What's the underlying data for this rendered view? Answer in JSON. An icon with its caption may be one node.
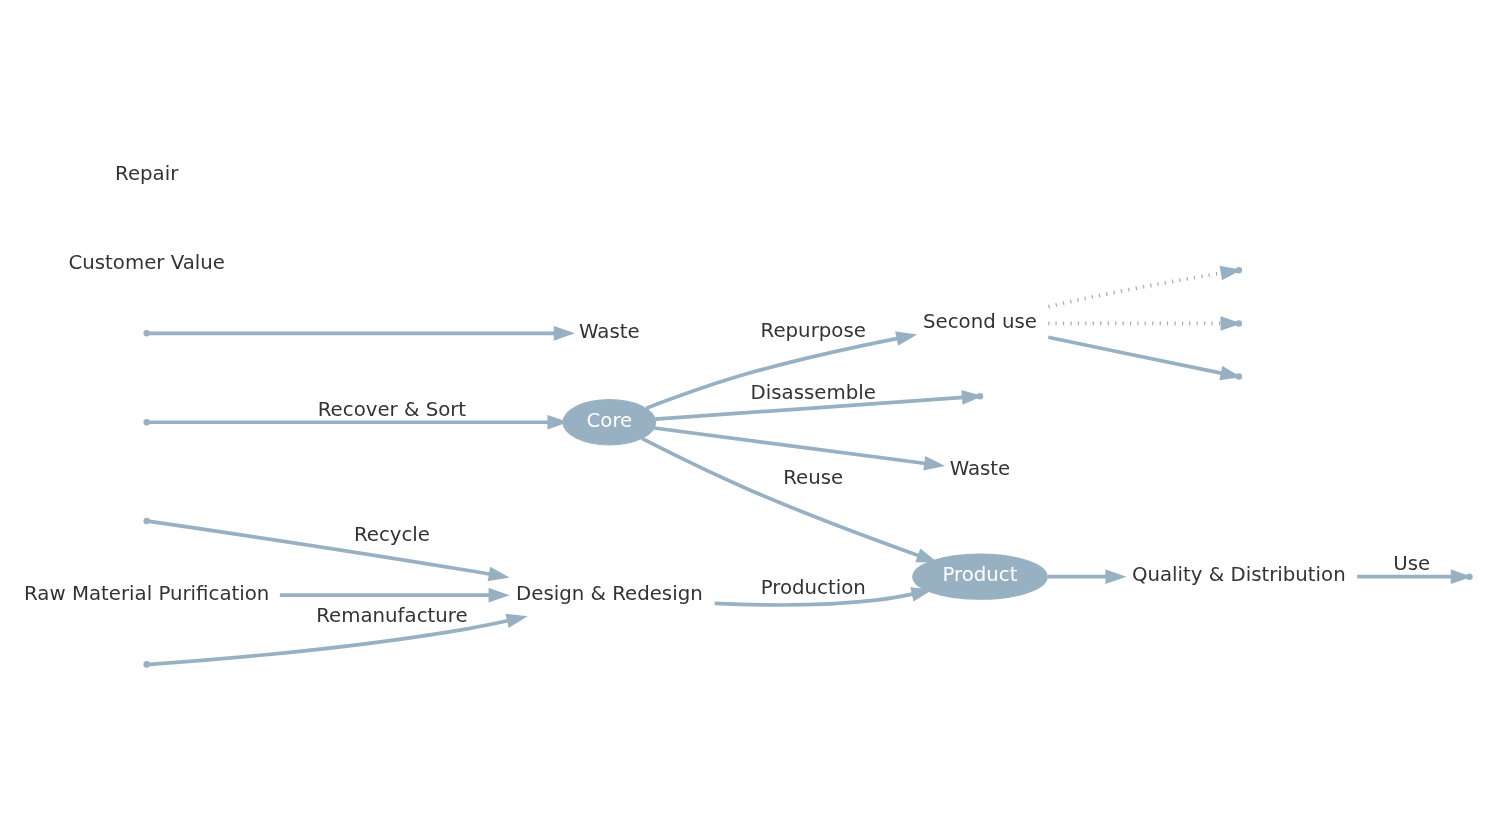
{
  "diagram": {
    "nodes": [
      {
        "text": [
          "Product"
        ]
      },
      {
        "text": [
          "Core"
        ]
      },
      {
        "text": [
          "Design & Redesign"
        ]
      },
      {
        "text": [
          "Raw Material Purification"
        ]
      },
      {
        "text": [
          "Quality & Distribution"
        ]
      },
      {
        "text": [
          "Waste"
        ]
      },
      {
        "text": [
          "Second use"
        ]
      },
      {
        "text": [
          "Waste"
        ]
      }
    ],
    "edges": [
      {
        "from": 3,
        "to": 2,
        "arrow": "to"
      },
      {
        "from": 2,
        "to": 0,
        "arrow": "to",
        "label": "Production"
      },
      {
        "from": 0,
        "to": 4,
        "arrow": "to"
      },
      {
        "from": 4,
        "to": null,
        "arrow": "to",
        "label": "Use"
      },
      {
        "from": null,
        "to": 1,
        "arrow": "to",
        "label": "Recover & Sort"
      },
      {
        "from": 1,
        "to": 0,
        "arrow": "to",
        "label": "Reuse"
      },
      {
        "from": 1,
        "to": 5,
        "arrow": "to"
      },
      {
        "from": 1,
        "to": null,
        "arrow": "to",
        "label": "Disassemble"
      },
      {
        "from": null,
        "to": 2,
        "arrow": "to",
        "label": "Remanufacture"
      },
      {
        "from": null,
        "to": 2,
        "arrow": "to",
        "label": "Recycle"
      },
      {
        "from": null,
        "to": 7,
        "arrow": "to"
      },
      {
        "from": 1,
        "to": 6,
        "arrow": "to",
        "label": "Repurpose"
      },
      {
        "from": 6,
        "to": null,
        "arrow": "to"
      },
      {
        "from": 6,
        "to": null,
        "arrow": "to",
        "style": "dashed"
      },
      {
        "from": 6,
        "to": null,
        "arrow": "to",
        "style": "dashed"
      }
    ],
    "labels": [
      "Customer Value",
      "Repair"
    ]
  }
}
